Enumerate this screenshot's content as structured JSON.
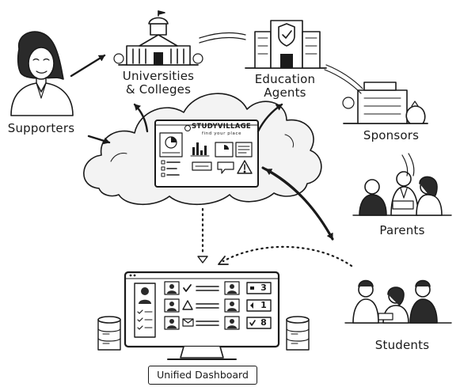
{
  "nodes": {
    "supporters": "Supporters",
    "universities_line1": "Universities",
    "universities_line2": "& Colleges",
    "agents_line1": "Education",
    "agents_line2": "Agents",
    "sponsors": "Sponsors",
    "parents": "Parents",
    "students": "Students"
  },
  "platform": {
    "logo": "STUDYVILLAGE",
    "tagline": "find your place"
  },
  "dashboard": {
    "label": "Unified Dashboard",
    "rows": [
      {
        "status": "check-icon",
        "count": "3"
      },
      {
        "status": "warning-icon",
        "count": "1"
      },
      {
        "status": "mail-icon",
        "count": "8"
      }
    ]
  },
  "colors": {
    "ink": "#1a1a1a",
    "cloud_fill": "#f3f3f3",
    "paper": "#ffffff"
  }
}
